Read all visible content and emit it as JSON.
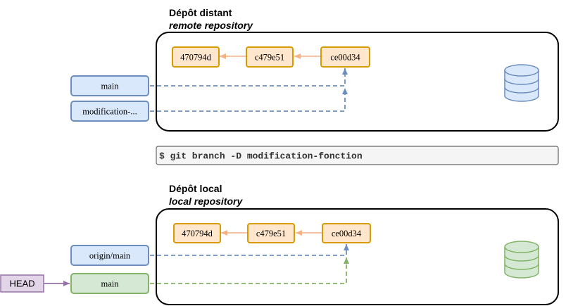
{
  "remote": {
    "title": "Dépôt distant",
    "subtitle": "remote repository",
    "commits": [
      "470794d",
      "c479e51",
      "ce00d34"
    ],
    "branches": [
      "main",
      "modification-..."
    ]
  },
  "command": "$ git branch -D modification-fonction",
  "local": {
    "title": "Dépôt local",
    "subtitle": "local repository",
    "commits": [
      "470794d",
      "c479e51",
      "ce00d34"
    ],
    "branches": [
      "origin/main",
      "main"
    ],
    "head": "HEAD"
  },
  "colors": {
    "commit_fill": "#ffe6cc",
    "commit_stroke": "#d79b00",
    "commit_arrow": "#f4b183",
    "remote_branch_fill": "#dae8fc",
    "remote_branch_stroke": "#6c8ebf",
    "local_branch_fill": "#d5e8d4",
    "local_branch_stroke": "#82b366",
    "head_fill": "#e1d5e7",
    "head_stroke": "#9673a6",
    "command_fill": "#f5f5f5",
    "command_stroke": "#666666"
  },
  "icons": {
    "remote_repo": "database-icon",
    "local_repo": "database-icon"
  }
}
